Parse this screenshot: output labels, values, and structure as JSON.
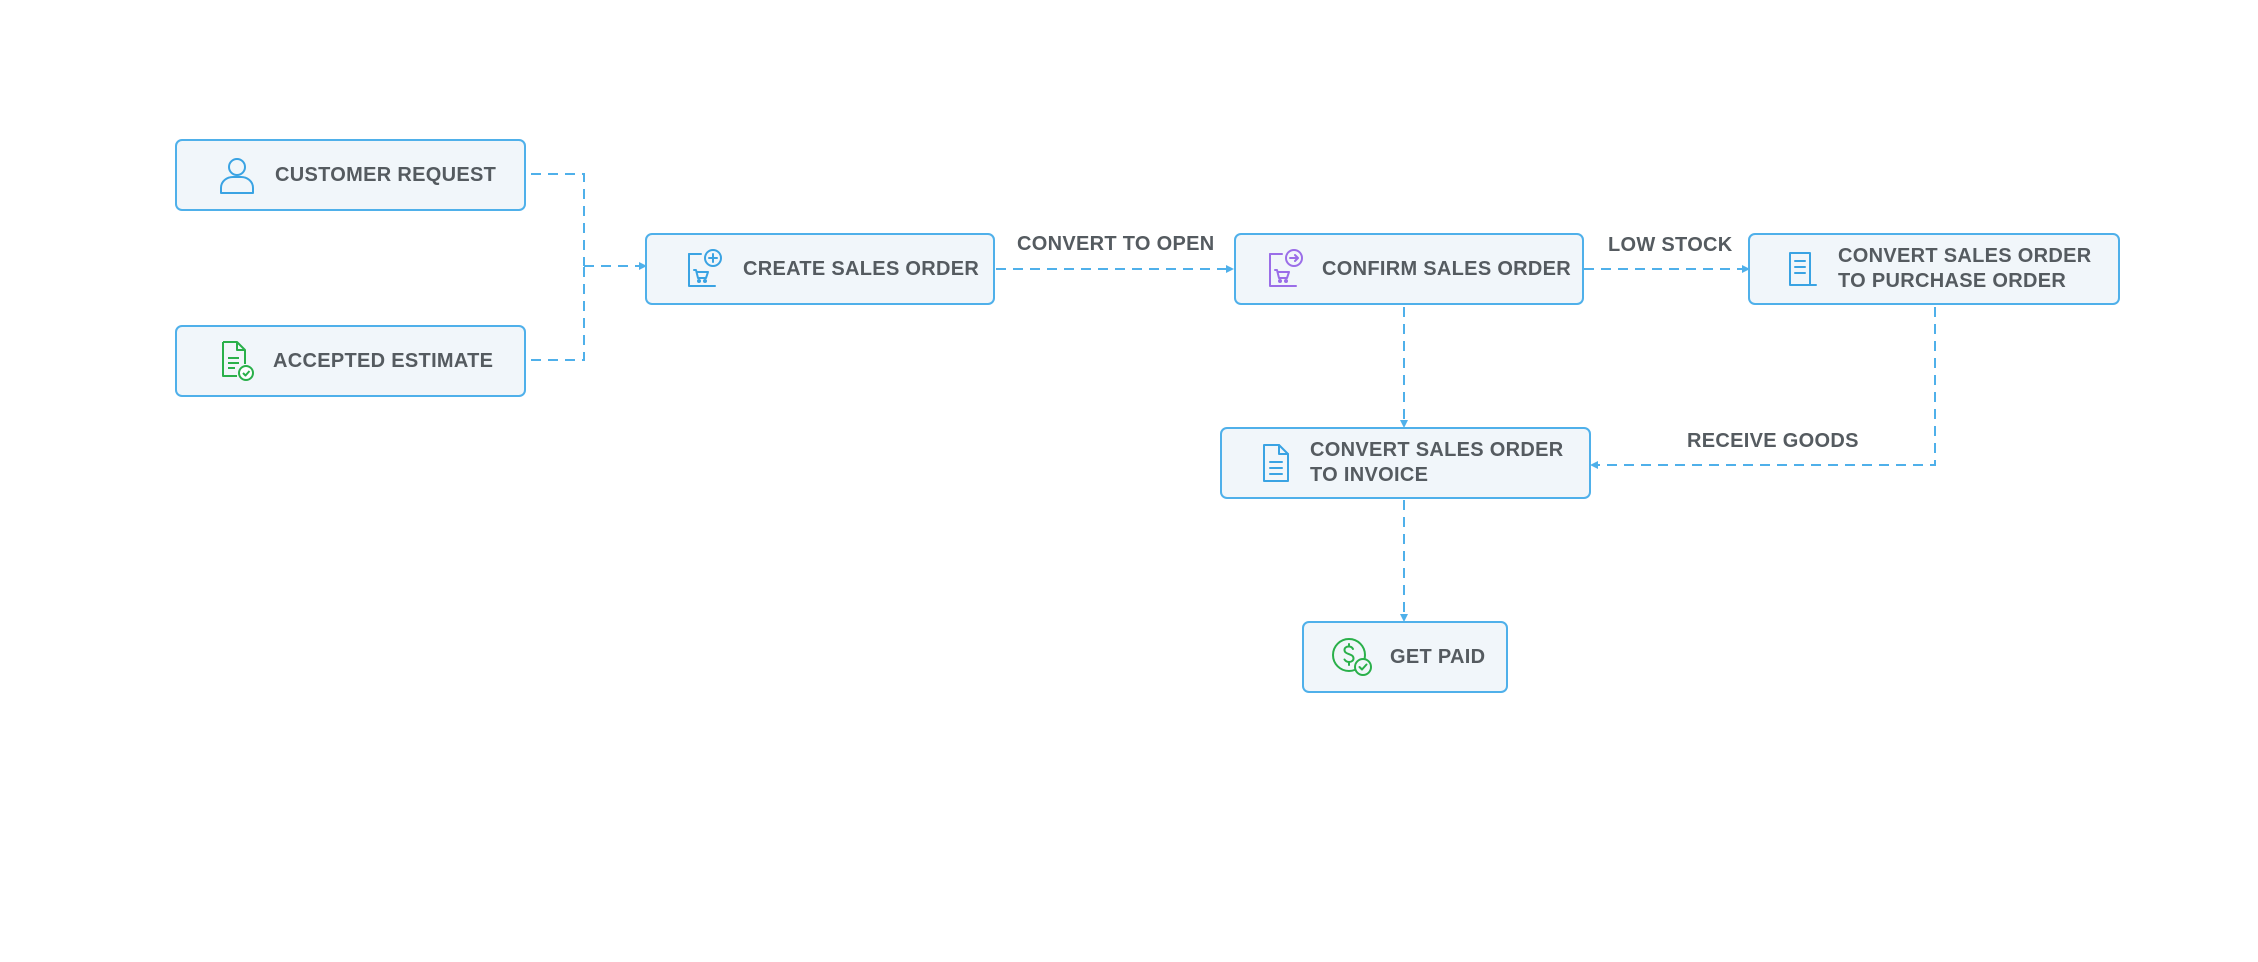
{
  "nodes": {
    "customer_request": {
      "label": "CUSTOMER REQUEST",
      "icon": "user-icon"
    },
    "accepted_estimate": {
      "label": "ACCEPTED ESTIMATE",
      "icon": "document-check-icon"
    },
    "create_sales_order": {
      "label": "CREATE SALES ORDER",
      "icon": "cart-add-icon"
    },
    "confirm_sales_order": {
      "label": "CONFIRM SALES ORDER",
      "icon": "cart-confirm-icon"
    },
    "convert_to_purchase": {
      "label_line1": "CONVERT SALES ORDER",
      "label_line2": "TO PURCHASE ORDER",
      "icon": "receipt-icon"
    },
    "convert_to_invoice": {
      "label_line1": "CONVERT SALES ORDER",
      "label_line2": "TO INVOICE",
      "icon": "invoice-icon"
    },
    "get_paid": {
      "label": "GET PAID",
      "icon": "dollar-check-icon"
    }
  },
  "edge_labels": {
    "convert_to_open": "CONVERT TO OPEN",
    "low_stock": "LOW STOCK",
    "receive_goods": "RECEIVE GOODS"
  },
  "colors": {
    "border": "#4fb0ea",
    "node_fill": "#f1f6fa",
    "text": "#555b60",
    "icon_blue": "#3aa3e3",
    "icon_green": "#2ab04a",
    "icon_purple": "#9b6ee8"
  }
}
